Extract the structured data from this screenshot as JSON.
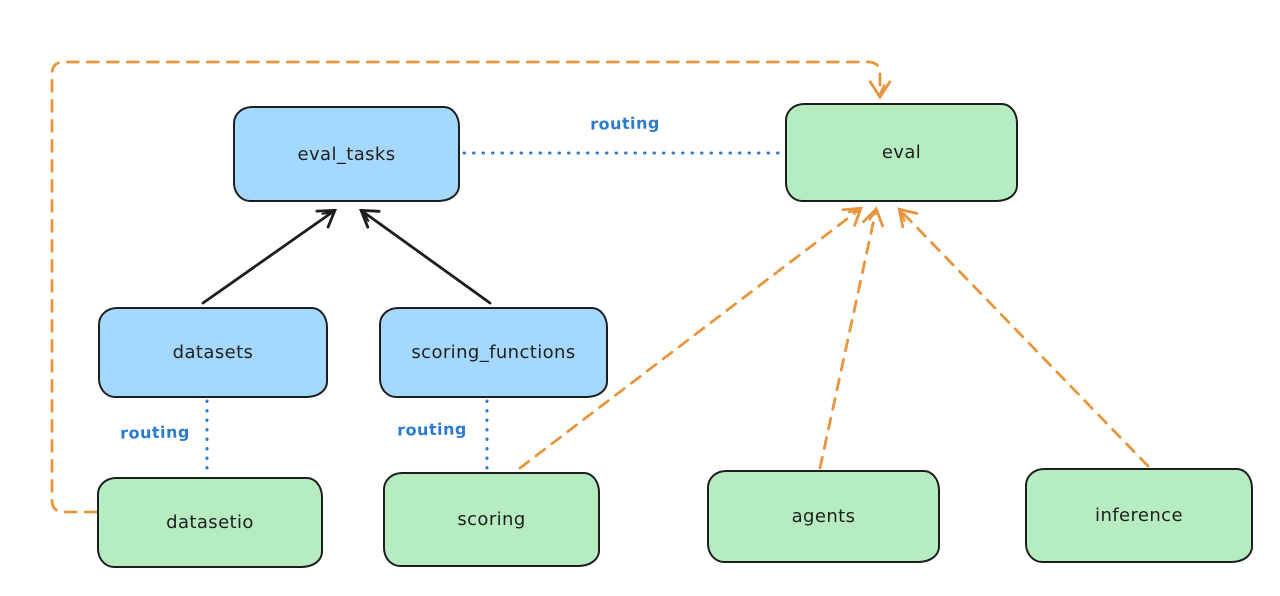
{
  "diagram_type": "architecture-routing-diagram",
  "colors": {
    "background": "#ffffff",
    "blue_node_fill": "#a5d8ff",
    "green_node_fill": "#b5ecc0",
    "node_stroke": "#1e1e1e",
    "solid_arrow": "#1e1e1e",
    "dashed_arrow_orange": "#e8963d",
    "dotted_line_blue": "#2d7bd0",
    "edge_label_blue": "#2d7bd0"
  },
  "nodes": {
    "eval_tasks": {
      "label": "eval_tasks",
      "fill": "blue"
    },
    "eval": {
      "label": "eval",
      "fill": "green"
    },
    "datasets": {
      "label": "datasets",
      "fill": "blue"
    },
    "scoring_functions": {
      "label": "scoring_functions",
      "fill": "blue"
    },
    "datasetio": {
      "label": "datasetio",
      "fill": "green"
    },
    "scoring": {
      "label": "scoring",
      "fill": "green"
    },
    "agents": {
      "label": "agents",
      "fill": "green"
    },
    "inference": {
      "label": "inference",
      "fill": "green"
    }
  },
  "edge_labels": {
    "eval_tasks_eval": "routing",
    "datasets_datasetio": "routing",
    "scoring_functions_scoring": "routing"
  },
  "edges": [
    {
      "from": "datasets",
      "to": "eval_tasks",
      "style": "solid",
      "color": "black",
      "arrowhead": true
    },
    {
      "from": "scoring_functions",
      "to": "eval_tasks",
      "style": "solid",
      "color": "black",
      "arrowhead": true
    },
    {
      "from": "eval_tasks",
      "to": "eval",
      "style": "dotted",
      "color": "blue",
      "arrowhead": false,
      "label": "routing"
    },
    {
      "from": "datasets",
      "to": "datasetio",
      "style": "dotted",
      "color": "blue",
      "arrowhead": false,
      "label": "routing"
    },
    {
      "from": "scoring_functions",
      "to": "scoring",
      "style": "dotted",
      "color": "blue",
      "arrowhead": false,
      "label": "routing"
    },
    {
      "from": "datasetio",
      "to": "eval",
      "style": "dashed",
      "color": "orange",
      "arrowhead": true,
      "route": "left-and-over-top"
    },
    {
      "from": "scoring",
      "to": "eval",
      "style": "dashed",
      "color": "orange",
      "arrowhead": true
    },
    {
      "from": "agents",
      "to": "eval",
      "style": "dashed",
      "color": "orange",
      "arrowhead": true
    },
    {
      "from": "inference",
      "to": "eval",
      "style": "dashed",
      "color": "orange",
      "arrowhead": true
    }
  ]
}
